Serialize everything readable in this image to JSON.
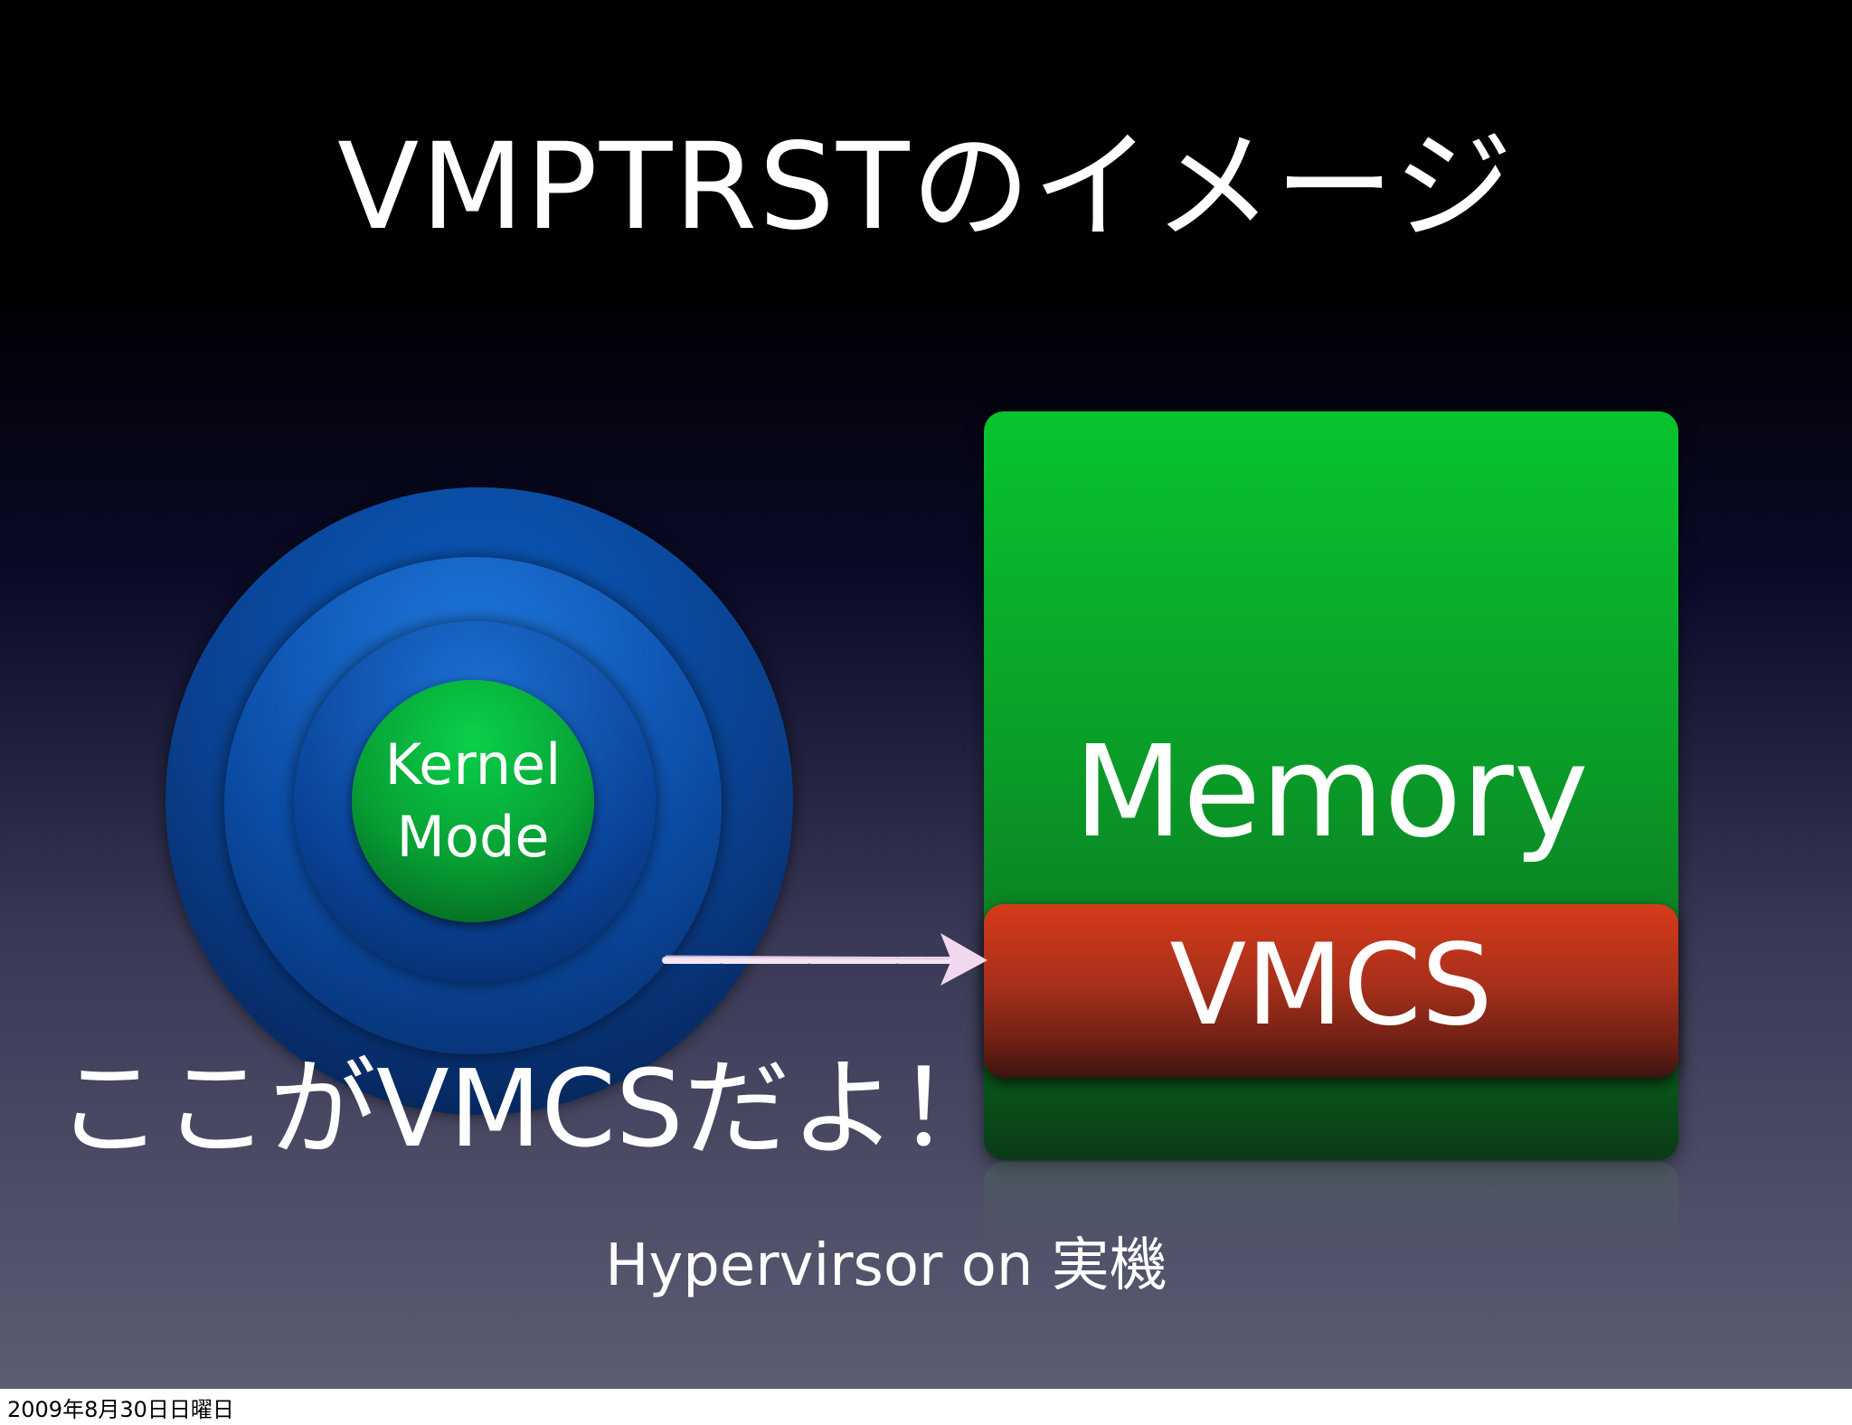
{
  "slide": {
    "title": "VMPTRSTのイメージ",
    "kernel_line1": "Kernel",
    "kernel_line2": "Mode",
    "memory_label": "Memory",
    "vmcs_label": "VMCS",
    "annotation": "ここがVMCSだよ！",
    "caption": "Hypervirsor on 実機"
  },
  "footer": {
    "date": "2009年8月30日日曜日"
  }
}
